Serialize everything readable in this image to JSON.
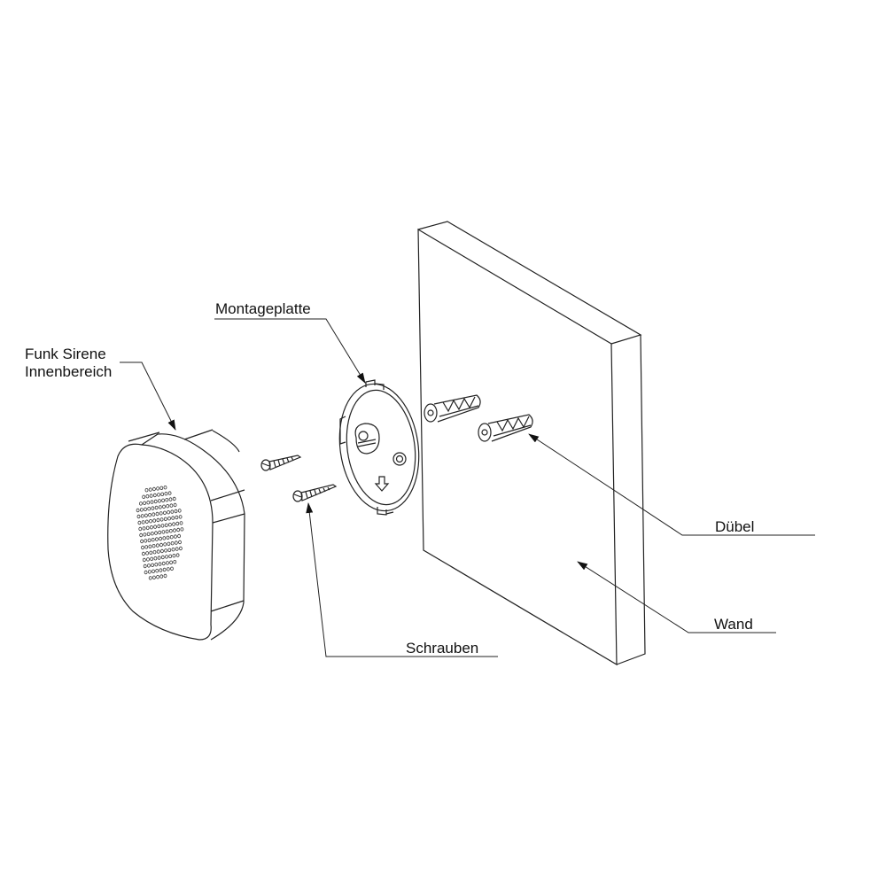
{
  "labels": {
    "siren_line1": "Funk Sirene",
    "siren_line2": "Innenbereich",
    "mounting_plate": "Montageplatte",
    "screws": "Schrauben",
    "dowels": "Dübel",
    "wall": "Wand"
  },
  "colors": {
    "stroke": "#222222",
    "background": "#ffffff"
  }
}
